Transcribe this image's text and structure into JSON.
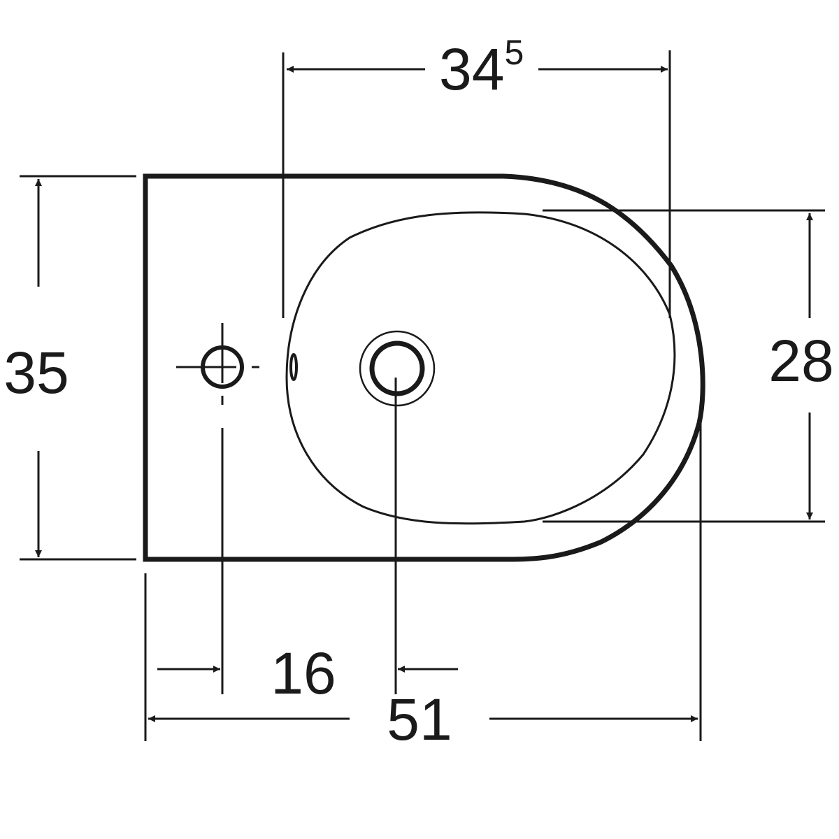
{
  "diagram": {
    "subject": "bidet top view dimension drawing",
    "line_color": "#1a1a1a",
    "background": "#ffffff",
    "dimensions": {
      "top_width": {
        "main": "34",
        "superscript": "5"
      },
      "left_height": "35",
      "right_height": "28",
      "tap_to_drain": "16",
      "total_length": "51"
    }
  }
}
